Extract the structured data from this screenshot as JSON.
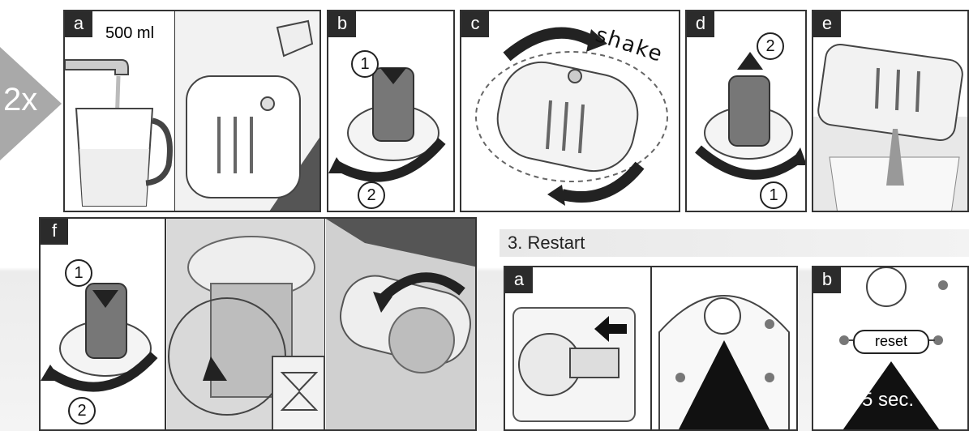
{
  "repeat": "2x",
  "steps": {
    "a": {
      "letter": "a",
      "volume": "500 ml"
    },
    "b": {
      "letter": "b",
      "n1": "1",
      "n2": "2"
    },
    "c": {
      "letter": "c",
      "shake": "shake"
    },
    "d": {
      "letter": "d",
      "n1": "2",
      "n2": "1"
    },
    "e": {
      "letter": "e"
    },
    "f": {
      "letter": "f",
      "n1": "1",
      "n2": "2"
    }
  },
  "restart": {
    "title": "3. Restart",
    "a": {
      "letter": "a"
    },
    "b": {
      "letter": "b",
      "reset": "reset",
      "duration": "5 sec."
    }
  }
}
